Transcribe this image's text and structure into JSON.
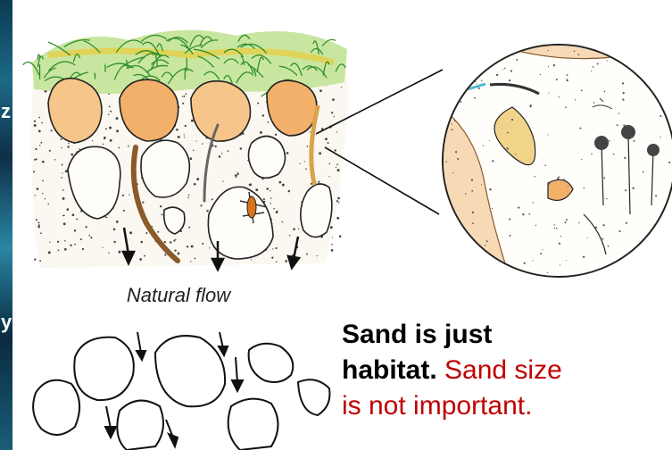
{
  "left_strip": {
    "glyph_top": "z",
    "glyph_bottom": "y"
  },
  "diagram": {
    "natural_flow_label": "Natural flow"
  },
  "message": {
    "line1_bold": "Sand is just",
    "line2_bold": "habitat.",
    "line2_red": "Sand size",
    "line3_red": "is not important."
  },
  "colors": {
    "accent_red": "#c00000",
    "grass_green": "#3aa02a",
    "stone_orange": "#d9741a",
    "background_strip": "#0b3a52"
  }
}
